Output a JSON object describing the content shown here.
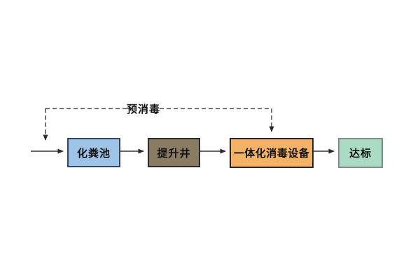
{
  "diagram": {
    "title": "sewage-disinfection-process-flow",
    "pre_disinfection_label": "预消毒",
    "nodes": [
      {
        "id": "septic-tank",
        "label": "化粪池",
        "fill": "#9dc3e6",
        "border": "#32475f"
      },
      {
        "id": "lift-well",
        "label": "提升井",
        "fill": "#8a7c62",
        "border": "#2b2b2b"
      },
      {
        "id": "integrated-disinfection",
        "label": "一体化消毒设备",
        "fill": "#f4b267",
        "border": "#262626"
      },
      {
        "id": "compliance",
        "label": "达标",
        "fill": "#a9dcc3",
        "border": "#7f8c87"
      }
    ],
    "connector_color": "#333333",
    "dashed_color": "#474747",
    "background": "#ffffff"
  }
}
